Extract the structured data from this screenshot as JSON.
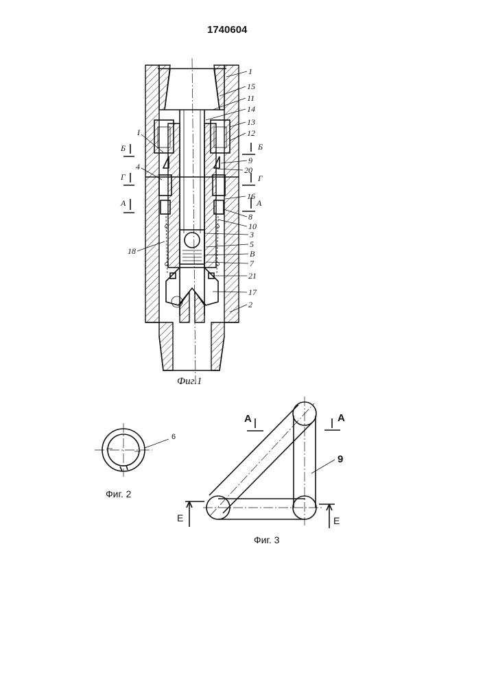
{
  "patent_number": "1740604",
  "fig1": {
    "caption": "Фиг.1",
    "labels_right": [
      "1",
      "15",
      "11",
      "14",
      "13",
      "12",
      "9",
      "20",
      "16",
      "8",
      "10",
      "3",
      "5",
      "В",
      "7",
      "21",
      "17",
      "2"
    ],
    "labels_left": [
      "I",
      "4",
      "18"
    ],
    "section_marks": {
      "b_left": "Б",
      "b_right": "Б",
      "g_left": "Г",
      "g_right": "Г",
      "a_left": "А",
      "a_right": "А"
    }
  },
  "fig2": {
    "caption": "Фиг. 2",
    "part_label": "6"
  },
  "fig3": {
    "caption": "Фиг. 3",
    "part_label": "9",
    "section_a_left": "А",
    "section_a_right": "А",
    "section_e_left": "Е",
    "section_e_right": "Е"
  }
}
